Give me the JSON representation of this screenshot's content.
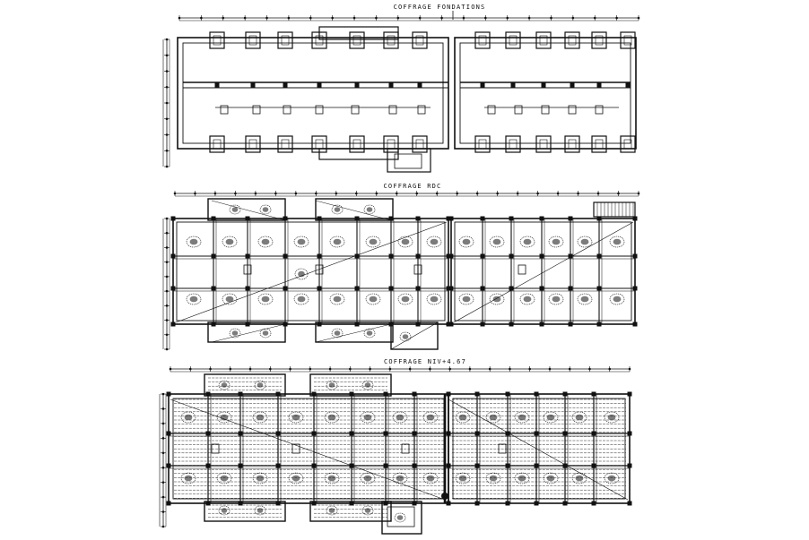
{
  "titles": {
    "foundations": "COFFRAGE FONDATIONS",
    "rdc": "COFFRAGE RDC",
    "niv": "COFFRAGE NIV+4.67"
  },
  "colors": {
    "ink": "#111111",
    "paper": "#ffffff"
  }
}
